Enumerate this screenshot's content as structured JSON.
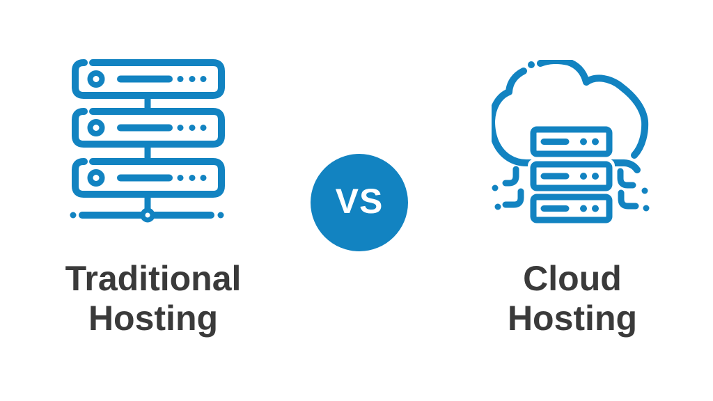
{
  "colors": {
    "accent": "#1283c1",
    "text": "#3a3a3a",
    "background": "#ffffff",
    "vs_text": "#ffffff"
  },
  "left": {
    "icon": "server-rack-icon",
    "label_line1": "Traditional",
    "label_line2": "Hosting"
  },
  "vs": {
    "label": "VS"
  },
  "right": {
    "icon": "cloud-servers-icon",
    "label_line1": "Cloud",
    "label_line2": "Hosting"
  }
}
